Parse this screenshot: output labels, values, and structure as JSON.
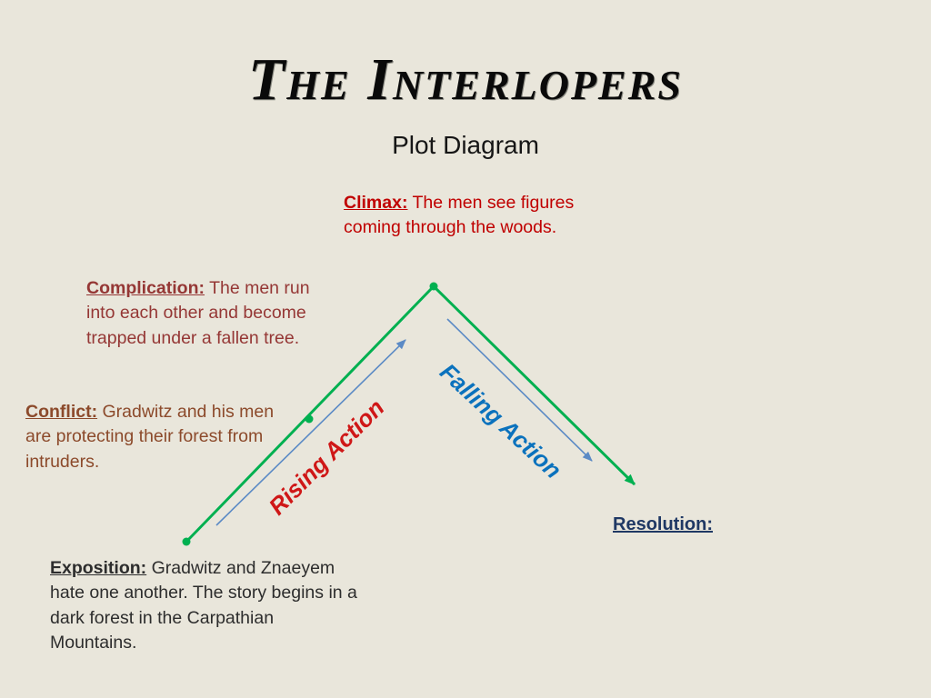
{
  "slide": {
    "title": "The Interlopers",
    "subtitle": "Plot Diagram"
  },
  "annotations": {
    "climax": {
      "label": "Climax:",
      "text": "  The men see figures coming through the woods."
    },
    "complication": {
      "label": "Complication:",
      "text": "  The men run into each other and become trapped under a fallen tree."
    },
    "conflict": {
      "label": "Conflict:",
      "text": " Gradwitz and his men are protecting their forest from intruders."
    },
    "exposition": {
      "label": "Exposition:",
      "text": " Gradwitz and Znaeyem hate one another.  The story begins in a dark forest in the Carpathian Mountains."
    },
    "resolution": {
      "label": "Resolution:"
    }
  },
  "diagram": {
    "rising_label": "Rising Action",
    "falling_label": "Falling Action"
  },
  "colors": {
    "background": "#e9e6db",
    "plot_line_green": "#00b050",
    "guide_arrow_blue": "#5b8ac5",
    "climax_red": "#c00000",
    "complication_dark_red": "#953735",
    "conflict_brown": "#8c4a2b",
    "exposition_dark": "#2d2d2d",
    "resolution_navy": "#1f3864",
    "rising_label_red": "#cf1717",
    "falling_label_blue": "#0b72bd"
  }
}
